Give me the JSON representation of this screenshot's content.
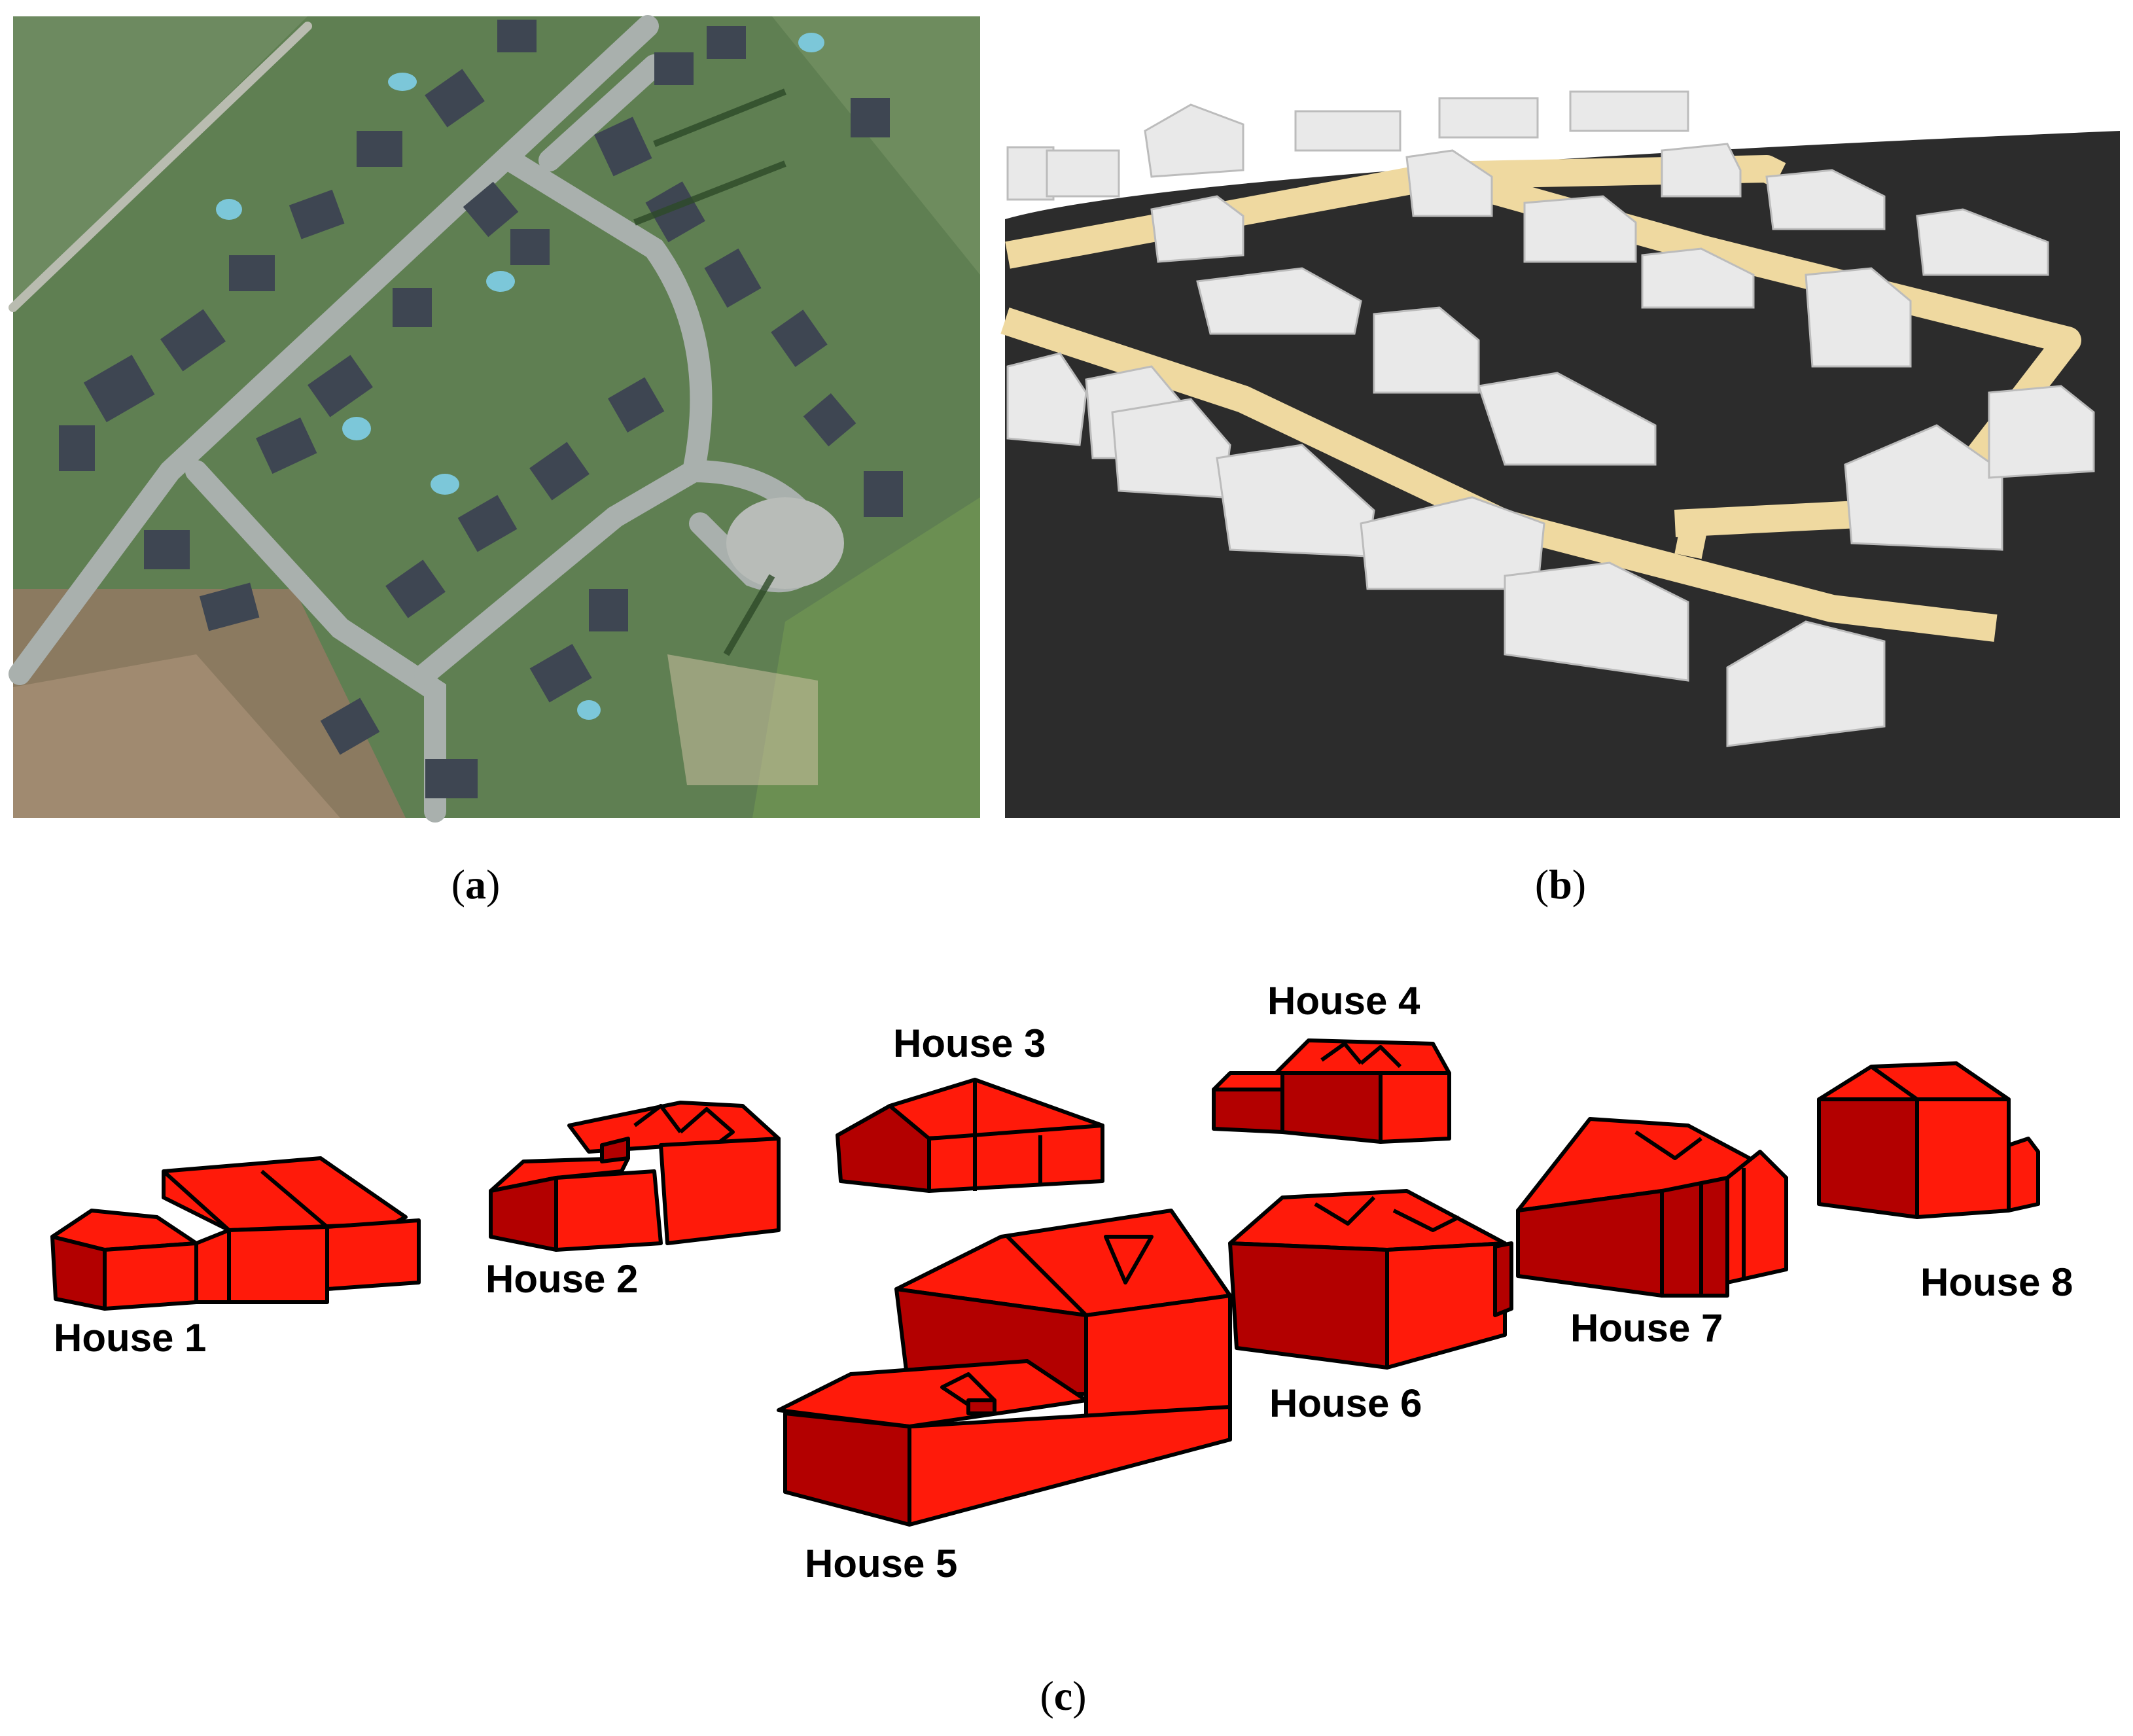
{
  "panels": {
    "a": {
      "open": "(",
      "letter": "a",
      "close": ")"
    },
    "b": {
      "open": "(",
      "letter": "b",
      "close": ")"
    },
    "c": {
      "open": "(",
      "letter": "c",
      "close": ")"
    }
  },
  "houses": [
    {
      "label": "House 1"
    },
    {
      "label": "House 2"
    },
    {
      "label": "House 3"
    },
    {
      "label": "House 4"
    },
    {
      "label": "House 5"
    },
    {
      "label": "House 6"
    },
    {
      "label": "House 7"
    },
    {
      "label": "House 8"
    }
  ],
  "colors": {
    "roof": "#ff1a0a",
    "wall_shadow": "#b30000",
    "outline": "#000000",
    "grass": "#5c7e4e",
    "road": "#a9b0ad",
    "board": "#2c2c2c",
    "tape": "#efd9a0",
    "model": "#e9e9e9"
  }
}
